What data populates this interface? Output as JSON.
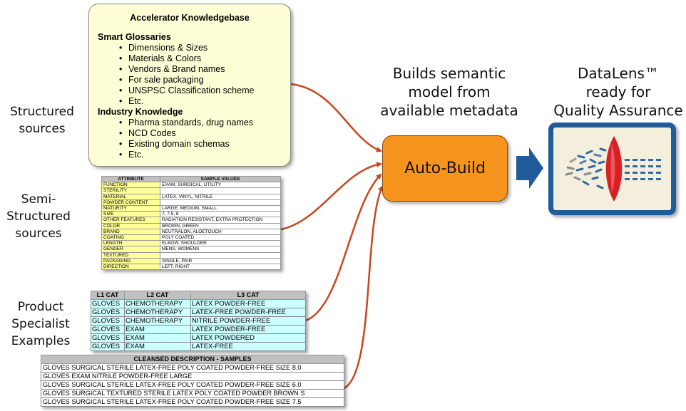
{
  "left_labels": {
    "structured": [
      "Structured",
      "sources"
    ],
    "semi_structured": [
      "Semi-",
      "Structured",
      "sources"
    ],
    "product_specialist": [
      "Product",
      "Specialist",
      "Examples"
    ]
  },
  "knowledgebase": {
    "title": "Accelerator Knowledgebase",
    "sections": [
      {
        "heading": "Smart Glossaries",
        "items": [
          "Dimensions & Sizes",
          "Materials & Colors",
          "Vendors & Brand names",
          "For sale packaging",
          "UNSPSC Classification scheme",
          "Etc."
        ]
      },
      {
        "heading": "Industry Knowledge",
        "items": [
          "Pharma standards, drug names",
          "NCD Codes",
          "Existing domain schemas",
          "Etc."
        ]
      }
    ]
  },
  "attribute_table": {
    "headers": [
      "ATTRIBUTE",
      "SAMPLE VALUES"
    ],
    "rows": [
      [
        "FUNCTION",
        "EXAM, SURGICAL, UTILITY"
      ],
      [
        "STERILITY",
        ""
      ],
      [
        "MATERIAL",
        "LATEX, VINYL, NITRILE"
      ],
      [
        "POWDER CONTENT",
        ""
      ],
      [
        "MATURITY",
        "LARGE, MEDIUM, SMALL"
      ],
      [
        "SIZE",
        "7, 7.5, 8"
      ],
      [
        "OTHER FEATURES",
        "RADIATION RESISTANT, EXTRA PROTECTION"
      ],
      [
        "COLOR",
        "BROWN, GREEN"
      ],
      [
        "BRAND",
        "NEUTRALON, ALOETOUCH"
      ],
      [
        "COATING",
        "POLY COATED"
      ],
      [
        "LENGTH",
        "ELBOW, SHOULDER"
      ],
      [
        "GENDER",
        "MENS, WOMENS"
      ],
      [
        "TEXTURED",
        ""
      ],
      [
        "PACKAGING",
        "SINGLE, PAIR"
      ],
      [
        "DIRECTION",
        "LEFT, RIGHT"
      ]
    ]
  },
  "category_table": {
    "headers": [
      "L1 CAT",
      "L2 CAT",
      "L3 CAT"
    ],
    "rows": [
      [
        "GLOVES",
        "CHEMOTHERAPY",
        "LATEX POWDER-FREE"
      ],
      [
        "GLOVES",
        "CHEMOTHERAPY",
        "LATEX-FREE POWDER-FREE"
      ],
      [
        "GLOVES",
        "CHEMOTHERAPY",
        "NITRILE POWDER-FREE"
      ],
      [
        "GLOVES",
        "EXAM",
        "LATEX POWDER-FREE"
      ],
      [
        "GLOVES",
        "EXAM",
        "LATEX POWDERED"
      ],
      [
        "GLOVES",
        "EXAM",
        "LATEX-FREE"
      ]
    ]
  },
  "description_table": {
    "header": "CLEANSED DESCRIPTION - SAMPLES",
    "rows": [
      "GLOVES SURGICAL STERILE LATEX-FREE POLY COATED POWDER-FREE SIZE 8.0",
      "GLOVES EXAM NITRILE POWDER-FREE LARGE",
      "GLOVES SURGICAL STERILE LATEX-FREE POLY COATED POWDER-FREE SIZE 6.0",
      "GLOVES SURGICAL TEXTURED STERILE LATEX POLY COATED POWDER BROWN S",
      "GLOVES SURGICAL STERILE LATEX-FREE POLY COATED POWDER-FREE SIZE 7.5"
    ]
  },
  "builds_caption": [
    "Builds semantic",
    "model from",
    "available metadata"
  ],
  "autobuild_label": "Auto-Build",
  "datalens_caption": [
    "DataLens™",
    "ready for",
    "Quality Assurance"
  ],
  "colors": {
    "connector": "#c8461e",
    "autobuild_fill": "#f7941d",
    "arrow_blue": "#1f5c99",
    "kb_fill": "#fefed6",
    "attribute_fill": "#ffff99",
    "category_fill": "#ccffff"
  },
  "icons": [
    "block-arrow-right-icon",
    "datalens-lens-icon"
  ]
}
